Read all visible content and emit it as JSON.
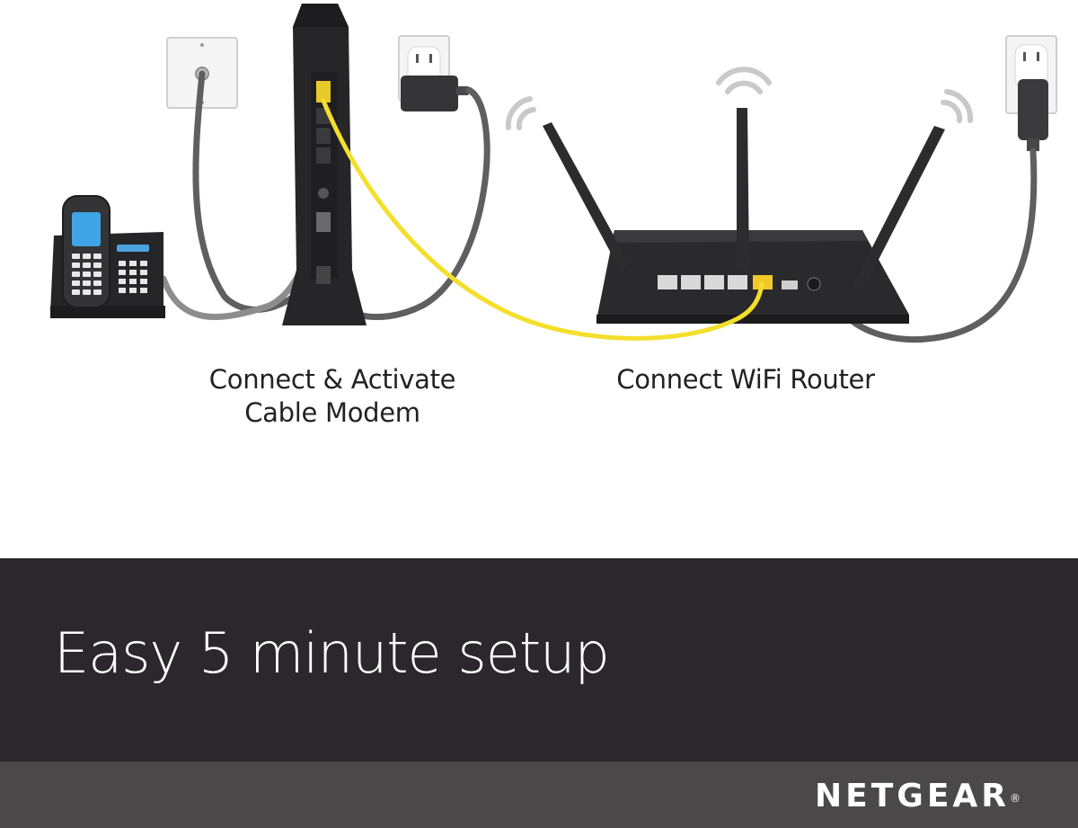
{
  "diagram": {
    "caption_modem_line1": "Connect & Activate",
    "caption_modem_line2": "Cable Modem",
    "caption_router": "Connect WiFi Router"
  },
  "banner": {
    "title": "Easy 5 minute setup"
  },
  "footer": {
    "brand": "NETGEAR",
    "brand_mark": "®"
  },
  "colors": {
    "banner_bg": "#2b272c",
    "footer_bg": "#4a4849",
    "ethernet_cable": "#f3df2c",
    "device_body": "#2a2a2c"
  }
}
